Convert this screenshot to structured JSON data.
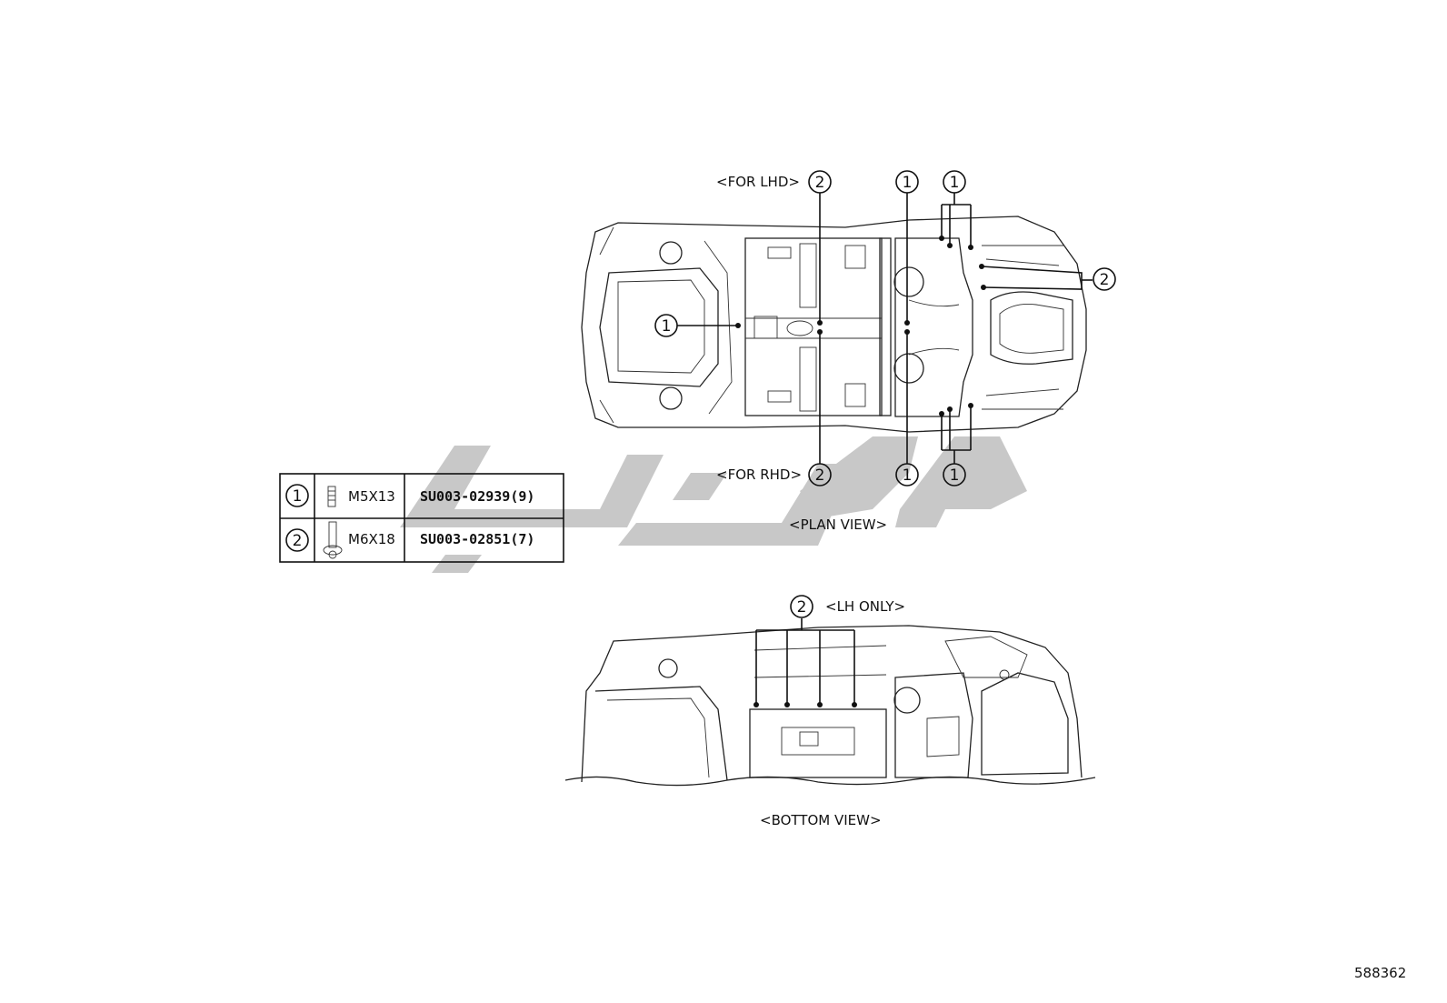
{
  "plan_view": {
    "caption": "<PLAN VIEW>",
    "for_lhd": "<FOR LHD>",
    "for_rhd": "<FOR RHD>",
    "callouts": [
      "2",
      "1",
      "1",
      "2",
      "1",
      "2",
      "1",
      "1"
    ]
  },
  "bottom_view": {
    "caption": "<BOTTOM VIEW>",
    "lh_only": "<LH ONLY>",
    "callout": "2"
  },
  "fastener_table": {
    "rows": [
      {
        "callout": "1",
        "size": "M5X13",
        "part_number": "SU003-02939(9)"
      },
      {
        "callout": "2",
        "size": "M6X18",
        "part_number": "SU003-02851(7)"
      }
    ]
  },
  "watermark": {
    "color": "#c8c8c8"
  },
  "figure_id": "588362"
}
